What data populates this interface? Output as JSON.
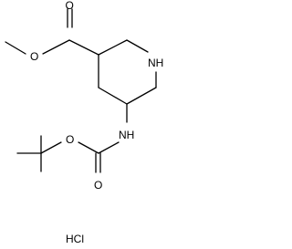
{
  "molecule": {
    "atom_labels": {
      "ester_carbonyl_oxygen": "O",
      "ester_ether_oxygen": "O",
      "ring_nitrogen": "NH",
      "carbamate_nitrogen": "NH",
      "carbamate_ether_oxygen": "O",
      "carbamate_carbonyl_oxygen": "O"
    },
    "salt": "HCl"
  }
}
